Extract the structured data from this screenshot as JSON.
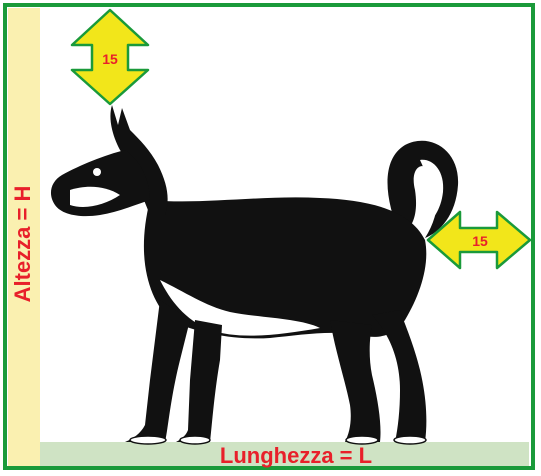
{
  "diagram": {
    "height_label": "Altezza = H",
    "length_label": "Lunghezza = L",
    "top_margin_label": "15",
    "right_margin_label": "15",
    "subject_icon": "dog-silhouette-icon"
  },
  "colors": {
    "border": "#1a9a3a",
    "label_red": "#e8202a",
    "arrow_fill": "#f2e61a",
    "arrow_stroke": "#1a9a3a",
    "left_band": "#faf0b0",
    "bottom_band": "#cfe3c4"
  }
}
